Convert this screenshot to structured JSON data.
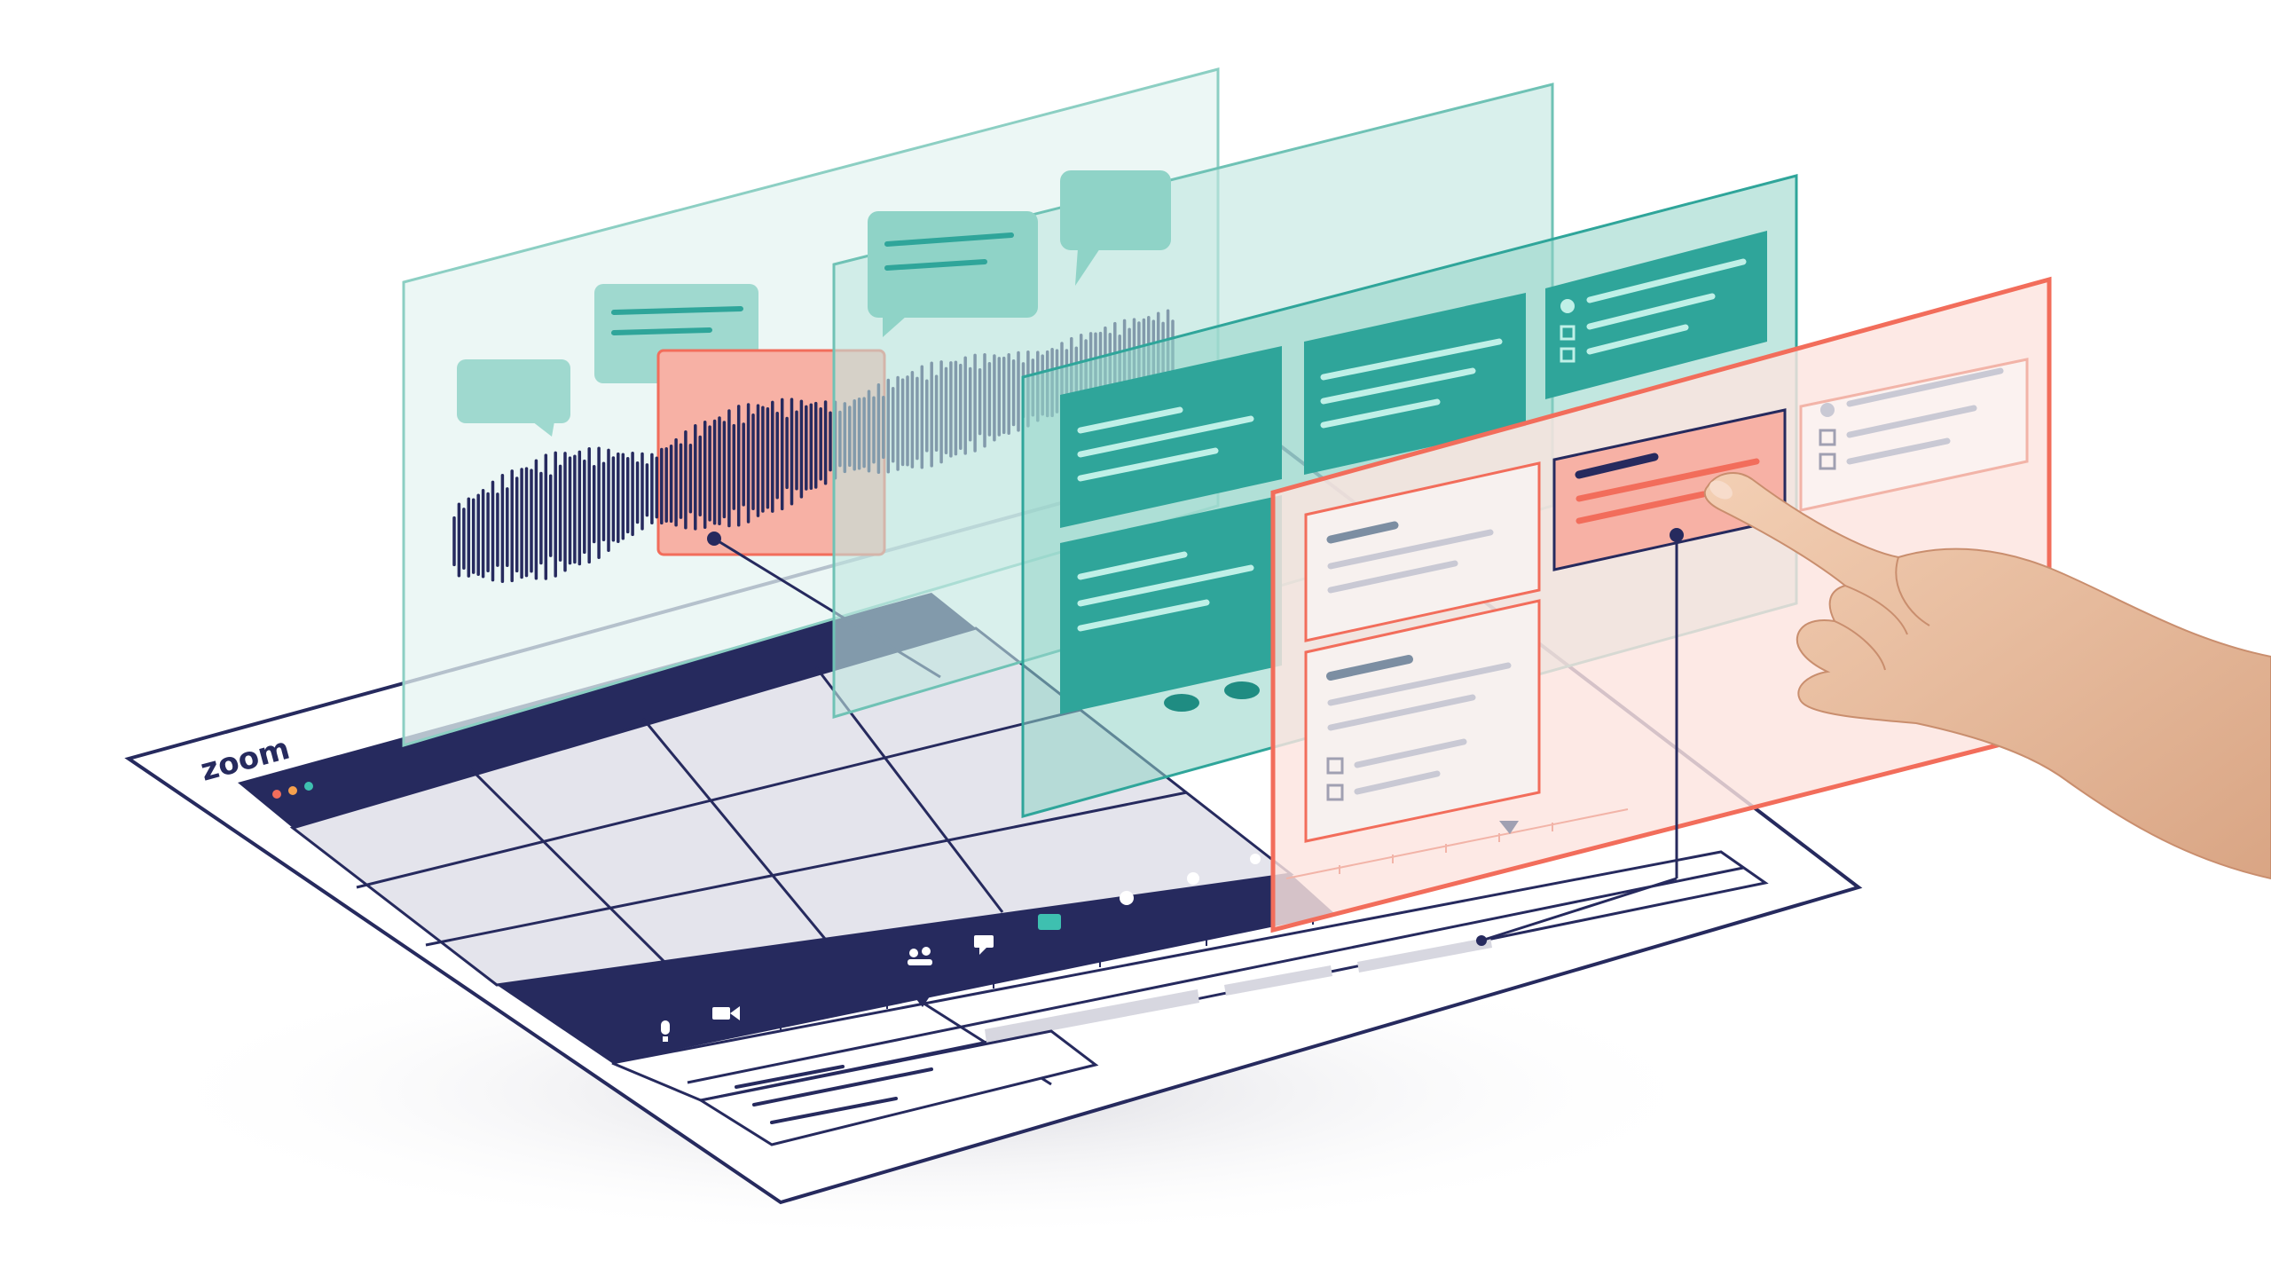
{
  "app": {
    "logo": "zoom"
  },
  "colors": {
    "navy": "#262a5e",
    "teal_dark": "#2fa59a",
    "teal_light": "#9fd9cf",
    "teal_panel": "#d9efeb",
    "coral": "#f26d5b",
    "coral_light": "#fbd3cb",
    "grid_cell": "#e7e7ee",
    "skin": "#eec3a5"
  },
  "icons": {
    "traffic_lights": [
      "red-dot",
      "orange-dot",
      "teal-dot"
    ],
    "toolbar": [
      "microphone-icon",
      "video-camera-icon",
      "participants-icon",
      "chat-icon",
      "share-screen-icon",
      "record-icon",
      "reaction-icon",
      "more-icon"
    ]
  }
}
